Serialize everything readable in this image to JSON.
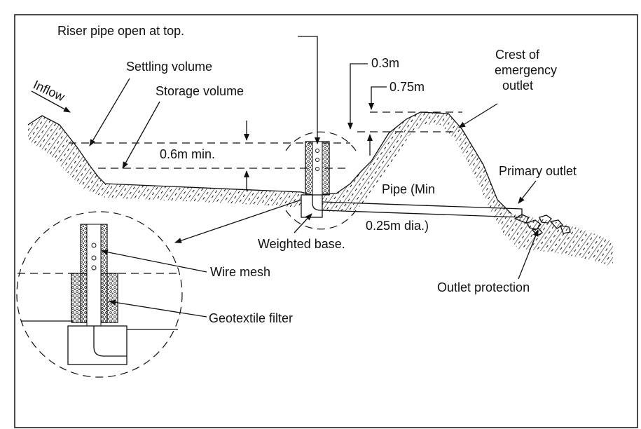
{
  "labels": {
    "riser": "Riser pipe open at top.",
    "settling": "Settling volume",
    "storage": "Storage volume",
    "inflow": "Inflow",
    "dim_06": "0.6m min.",
    "dim_03": "0.3m",
    "dim_075": "0.75m",
    "crest_1": "Crest of",
    "crest_2": "emergency",
    "crest_3": "outlet",
    "primary_outlet": "Primary outlet",
    "pipe_1": "Pipe (Min",
    "pipe_2": "0.25m dia.)",
    "weighted_base": "Weighted base.",
    "wire_mesh": "Wire mesh",
    "geotextile": "Geotextile filter",
    "outlet_protection": "Outlet protection"
  },
  "colors": {
    "ink": "#111111",
    "background": "#ffffff"
  }
}
